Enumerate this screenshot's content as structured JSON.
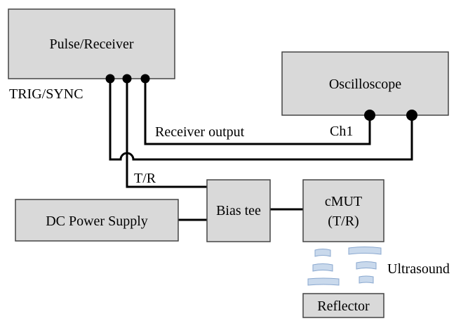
{
  "blocks": {
    "pulse_receiver": "Pulse/Receiver",
    "oscilloscope": "Oscilloscope",
    "dc_power_supply": "DC Power Supply",
    "bias_tee": "Bias tee",
    "cmut_line1": "cMUT",
    "cmut_line2": "(T/R)",
    "reflector": "Reflector"
  },
  "labels": {
    "trig_sync": "TRIG/SYNC",
    "receiver_output": "Receiver output",
    "ch1": "Ch1",
    "tr": "T/R",
    "ultrasound": "Ultrasound"
  },
  "colors": {
    "block_fill": "#d9d9d9",
    "block_stroke": "#444444",
    "wire": "#000000",
    "wave_fill": "#c9d9ec",
    "wave_stroke": "#8aa8cf"
  }
}
